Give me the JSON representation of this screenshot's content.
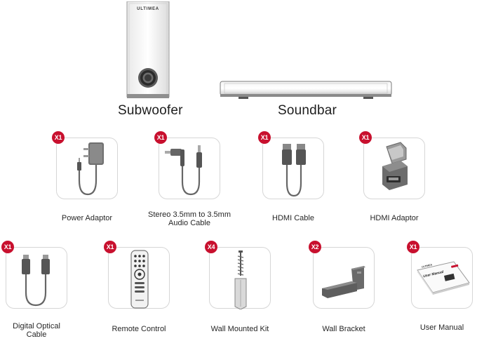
{
  "main_products": {
    "subwoofer": {
      "label": "Subwoofer",
      "brand": "ULTIMEA"
    },
    "soundbar": {
      "label": "Soundbar"
    }
  },
  "accessories": [
    {
      "id": "power-adaptor",
      "qty": "X1",
      "label_lines": [
        "Power Adaptor"
      ]
    },
    {
      "id": "audio-cable",
      "qty": "X1",
      "label_lines": [
        "Stereo 3.5mm to 3.5mm",
        "Audio Cable"
      ]
    },
    {
      "id": "hdmi-cable",
      "qty": "X1",
      "label_lines": [
        "HDMI Cable"
      ]
    },
    {
      "id": "hdmi-adaptor",
      "qty": "X1",
      "label_lines": [
        "HDMI Adaptor"
      ]
    },
    {
      "id": "optical-cable",
      "qty": "X1",
      "label_lines": [
        "Digital Optical",
        "Cable"
      ]
    },
    {
      "id": "remote-control",
      "qty": "X1",
      "label_lines": [
        "Remote Control"
      ]
    },
    {
      "id": "wall-mounted-kit",
      "qty": "X4",
      "label_lines": [
        "Wall Mounted Kit"
      ]
    },
    {
      "id": "wall-bracket",
      "qty": "X2",
      "label_lines": [
        "Wall Bracket"
      ]
    },
    {
      "id": "user-manual",
      "qty": "X1",
      "label_lines": [
        "User Manual"
      ],
      "cover_title": "User Manual",
      "cover_brand": "ULTIMEA"
    }
  ],
  "colors": {
    "badge": "#c8102e",
    "card_border": "#d6d6d6",
    "line_art": "#555555"
  }
}
